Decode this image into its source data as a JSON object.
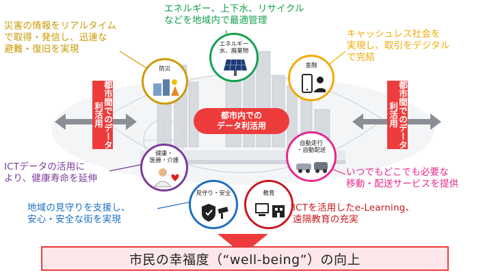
{
  "captions": {
    "disaster": [
      "災害の情報をリアルタイム",
      "で取得・発信し、迅速な",
      "避難・復旧を実現"
    ],
    "energy": [
      "エネルギー、上下水、リサイクル",
      "などを地域内で最適管理"
    ],
    "finance": [
      "キャッシュレス社会を",
      "実現し、取引をデジタル",
      "で完結"
    ],
    "health": [
      "ICTデータの活用に",
      "より、健康寿命を延伸"
    ],
    "mobility": [
      "いつでもどこでも必要な",
      "移動・配送サービスを提供"
    ],
    "safety": [
      "地域の見守りを支援し、",
      "安心・安全な街を実現"
    ],
    "education": [
      "ICTを活用したe-Learning、",
      "遠隔教育の充実"
    ]
  },
  "nodes": {
    "disaster": [
      "防災"
    ],
    "energy": [
      "エネルギー",
      "水、廃棄物"
    ],
    "finance": [
      "金融"
    ],
    "health": [
      "健康・",
      "医療・介護"
    ],
    "mobility": [
      "自動走行",
      "・自動配送"
    ],
    "safety": [
      "見守り・安全"
    ],
    "education": [
      "教育"
    ]
  },
  "center": [
    "都市内での",
    "データ利活用"
  ],
  "side_label": "都市間でのデータ利活用",
  "bottom": "市民の幸福度（“well-being”）の向上",
  "colors": {
    "disaster": "#c99a00",
    "energy": "#12a04a",
    "finance": "#f2a900",
    "health": "#7a3a9a",
    "mobility": "#e8278c",
    "safety": "#1a6fc0",
    "education": "#c8161d",
    "accent": "#ee3b3b"
  }
}
